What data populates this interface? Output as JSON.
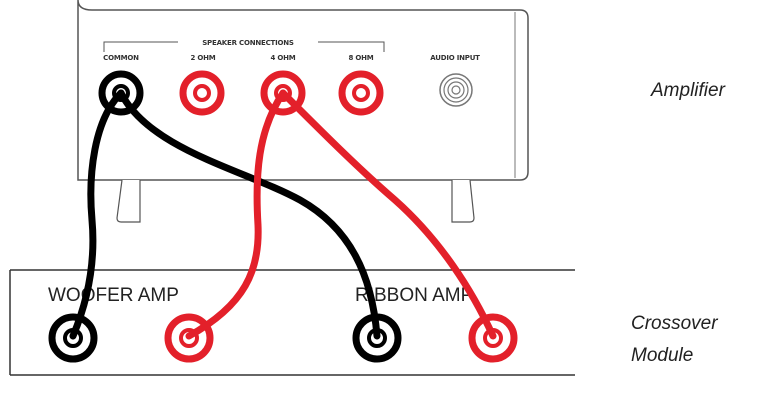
{
  "amplifier": {
    "header": "SPEAKER CONNECTIONS",
    "terminals": [
      {
        "label": "COMMON",
        "color": "black"
      },
      {
        "label": "2 OHM",
        "color": "red"
      },
      {
        "label": "4 OHM",
        "color": "red"
      },
      {
        "label": "8 OHM",
        "color": "red"
      }
    ],
    "audio_input_label": "AUDIO INPUT"
  },
  "crossover": {
    "woofer_label": "WOOFER AMP",
    "ribbon_label": "RIBBON AMP",
    "terminals": [
      {
        "name": "woofer-negative",
        "color": "black"
      },
      {
        "name": "woofer-positive",
        "color": "red"
      },
      {
        "name": "ribbon-negative",
        "color": "black"
      },
      {
        "name": "ribbon-positive",
        "color": "red"
      }
    ]
  },
  "side_labels": {
    "amplifier": "Amplifier",
    "crossover_line1": "Crossover",
    "crossover_line2": "Module"
  },
  "colors": {
    "black": "#000000",
    "red": "#e3202a",
    "outline": "#555555",
    "box": "#333333"
  }
}
